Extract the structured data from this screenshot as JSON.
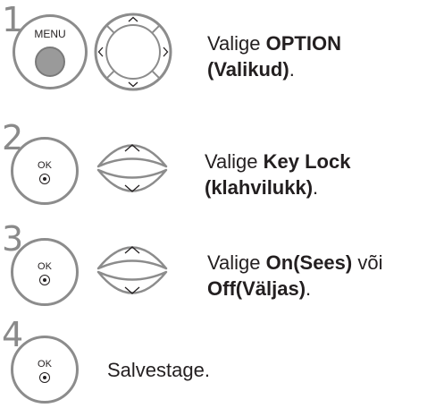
{
  "steps": [
    {
      "number": "1",
      "button_label": "MENU",
      "line1_prefix": "Valige ",
      "line1_bold": "OPTION",
      "line2_bold": "(Valikud)",
      "line2_suffix": "."
    },
    {
      "number": "2",
      "button_label": "OK",
      "line1_prefix": "Valige ",
      "line1_bold": "Key Lock",
      "line2_bold": "(klahvilukk)",
      "line2_suffix": "."
    },
    {
      "number": "3",
      "button_label": "OK",
      "line1_prefix": "Valige  ",
      "line1_bold": "On(Sees)",
      "line1_suffix": " või",
      "line2_bold": "Off(Väljas)",
      "line2_suffix": "."
    },
    {
      "number": "4",
      "button_label": "OK",
      "text": "Salvestage."
    }
  ],
  "colors": {
    "button_border": "#8c8c8c",
    "menu_fill": "#9a9a9a",
    "step_number": "#8a8a8a"
  }
}
